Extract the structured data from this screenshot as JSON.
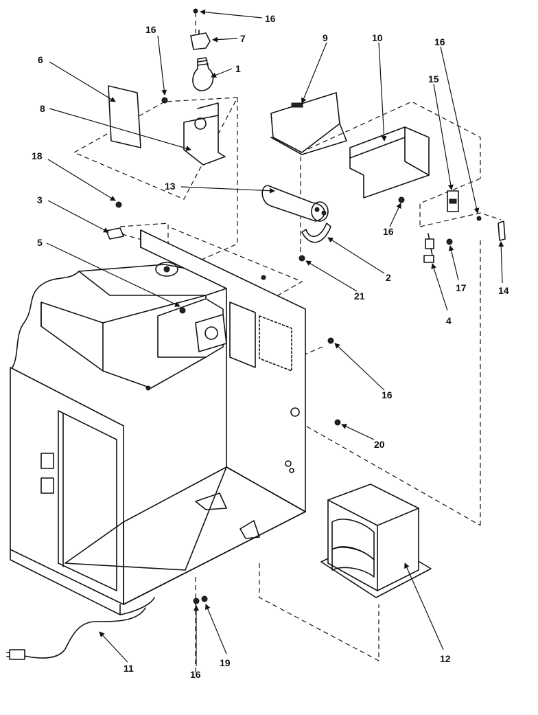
{
  "callouts": {
    "c1": "1",
    "c2": "2",
    "c3": "3",
    "c4": "4",
    "c5": "5",
    "c6": "6",
    "c7": "7",
    "c8": "8",
    "c9": "9",
    "c10": "10",
    "c11": "11",
    "c12": "12",
    "c13": "13",
    "c14": "14",
    "c15": "15",
    "c16a": "16",
    "c16b": "16",
    "c16c": "16",
    "c16d": "16",
    "c16e": "16",
    "c16f": "16",
    "c17": "17",
    "c18": "18",
    "c19": "19",
    "c20": "20",
    "c21": "21"
  },
  "colors": {
    "ink": "#111111",
    "paper": "#ffffff"
  }
}
